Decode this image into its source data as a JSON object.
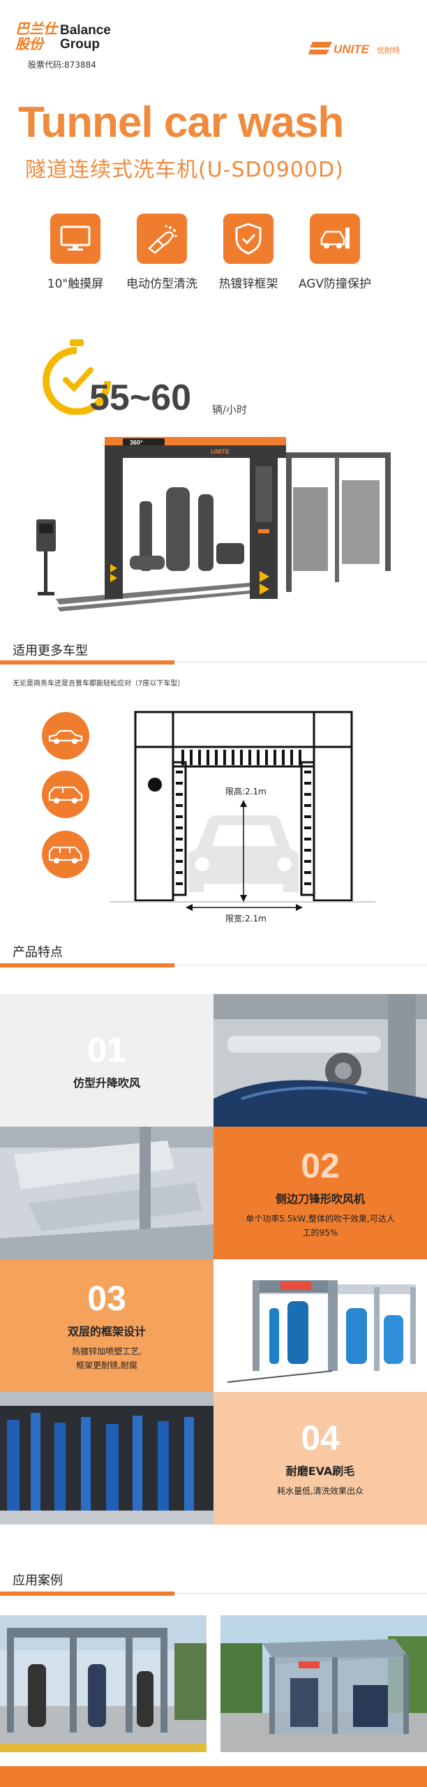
{
  "header": {
    "brand_cn": "巴兰仕\n股份",
    "brand_en": "Balance\nGroup",
    "stock_code": "股票代码:873884",
    "partner_logo": "UNITE 优耐特"
  },
  "hero": {
    "title": "Tunnel car wash",
    "subtitle": "隧道连续式洗车机(U-SD0900D)"
  },
  "features": [
    {
      "icon": "monitor-icon",
      "label": "10\"触摸屏"
    },
    {
      "icon": "spray-icon",
      "label": "电动仿型清洗"
    },
    {
      "icon": "shield-icon",
      "label": "热镀锌框架"
    },
    {
      "icon": "car-protect-icon",
      "label": "AGV防撞保护"
    }
  ],
  "speed": {
    "value": "55~60",
    "unit": "辆/小时"
  },
  "machine": {
    "badge": "360°",
    "panel_text": "UNITE"
  },
  "section_vehicles": {
    "title": "适用更多车型",
    "note": "无论是商务车还是吉普车都能轻松应对（7座以下车型）",
    "height_label": "限高:2.1m",
    "width_label": "限宽:2.1m"
  },
  "section_features": {
    "title": "产品特点",
    "items": [
      {
        "num": "01",
        "title": "仿型升降吹风",
        "desc": ""
      },
      {
        "num": "02",
        "title": "侧边刀锋形吹风机",
        "desc": "单个功率5.5kW,整体的吹干效果,可达人工的95%"
      },
      {
        "num": "03",
        "title": "双层的框架设计",
        "desc": "热镀锌加喷塑工艺,\n框架更耐锈,耐腐"
      },
      {
        "num": "04",
        "title": "耐磨EVA刷毛",
        "desc": "耗水量低,清洗效果出众"
      }
    ]
  },
  "section_cases": {
    "title": "应用案例"
  },
  "colors": {
    "accent": "#f07c2e",
    "accent_light": "#f6a767",
    "text": "#333333"
  }
}
